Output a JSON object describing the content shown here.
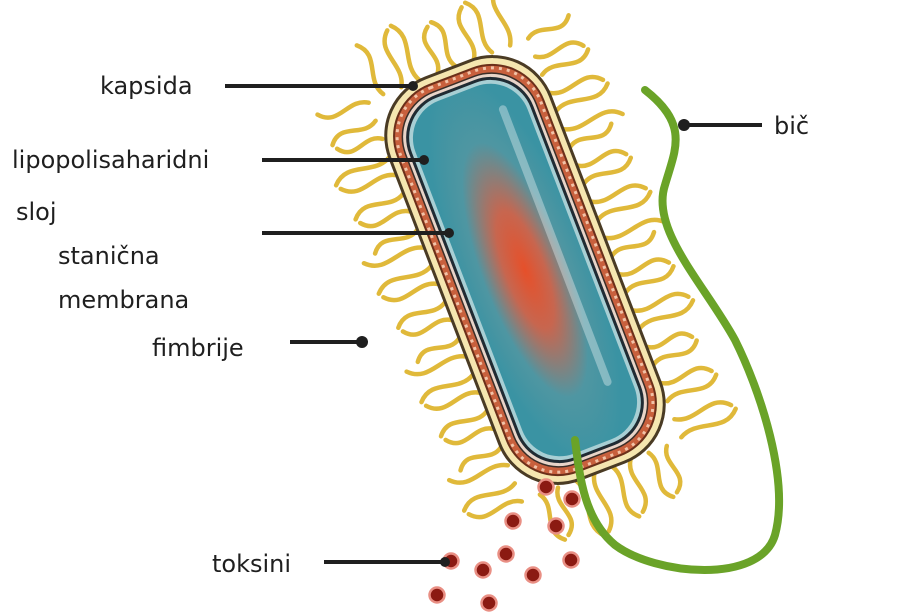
{
  "labels": {
    "kapsida": "kapsida",
    "lps_line1": "lipopolisaharidni",
    "lps_line2": "sloj",
    "membrane_line1": "stanična",
    "membrane_line2": "membrana",
    "fimbrije": "fimbrije",
    "toksini": "toksini",
    "bic": "bič"
  },
  "colors": {
    "fimbriae": "#e0b93a",
    "capsule_fill": "#f5e6b0",
    "capsule_stroke": "#4a3b24",
    "lps_layer": "#c8603d",
    "membrane": "#e8d4c8",
    "cytoplasm": "#3f98a6",
    "nucleoid": "#e24f2a",
    "flagellum": "#6aa328",
    "toxins": "#8b1a12",
    "leader": "#1f1f1f"
  }
}
